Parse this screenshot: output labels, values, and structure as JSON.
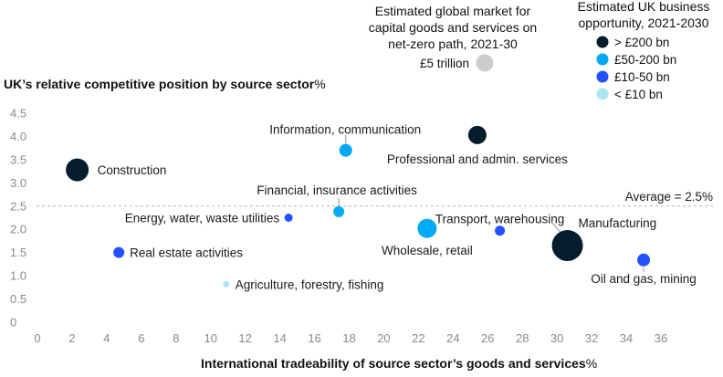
{
  "chart_data": {
    "type": "scatter",
    "xlabel": "International tradeability of source sector’s goods and services",
    "xlabel_unit": "%",
    "ylabel": "UK’s relative competitive position by source sector",
    "ylabel_unit": "%",
    "xlim": [
      0,
      36
    ],
    "ylim": [
      0,
      4.5
    ],
    "xticks": [
      0,
      2,
      4,
      6,
      8,
      10,
      12,
      14,
      16,
      18,
      20,
      22,
      24,
      26,
      28,
      30,
      32,
      34,
      36
    ],
    "yticks": [
      0,
      0.5,
      1.0,
      1.5,
      2.0,
      2.5,
      3.0,
      3.5,
      4.0,
      4.5
    ],
    "ytick_labels": [
      "0",
      "0.5",
      "1.0",
      "1.5",
      "2.0",
      "2.5",
      "3.0",
      "3.5",
      "4.0",
      "4.5"
    ],
    "grid": false,
    "average": {
      "value": 2.5,
      "label": "Average = 2.5%"
    },
    "points": [
      {
        "name": "Construction",
        "x": 2.3,
        "y": 3.28,
        "category": "> £200 bn"
      },
      {
        "name": "Real estate activities",
        "x": 4.7,
        "y": 1.5,
        "category": "£10-50 bn"
      },
      {
        "name": "Agriculture, forestry, fishing",
        "x": 10.9,
        "y": 0.82,
        "category": "< £10 bn"
      },
      {
        "name": "Energy, water, waste utilities",
        "x": 14.5,
        "y": 2.25,
        "category": "£10-50 bn"
      },
      {
        "name": "Financial, insurance activities",
        "x": 17.4,
        "y": 2.38,
        "category": "£50-200 bn"
      },
      {
        "name": "Information, communication",
        "x": 17.8,
        "y": 3.7,
        "category": "£50-200 bn"
      },
      {
        "name": "Wholesale, retail",
        "x": 22.5,
        "y": 2.02,
        "category": "£50-200 bn"
      },
      {
        "name": "Professional and admin. services",
        "x": 25.4,
        "y": 4.03,
        "category": "> £200 bn"
      },
      {
        "name": "Transport, warehousing",
        "x": 26.7,
        "y": 1.97,
        "category": "£10-50 bn"
      },
      {
        "name": "Manufacturing",
        "x": 30.6,
        "y": 1.65,
        "category": "> £200 bn"
      },
      {
        "name": "Oil and gas, mining",
        "x": 35.0,
        "y": 1.34,
        "category": "£10-50 bn"
      }
    ],
    "size_legend": {
      "title_lines": [
        "Estimated global market for",
        "capital goods and services on",
        "net-zero path, 2021-30"
      ],
      "reference_label": "£5 trillion",
      "reference_color": "#cccccc"
    },
    "color_legend": {
      "title_lines": [
        "Estimated UK business",
        "opportunity, 2021-2030"
      ],
      "entries": [
        {
          "label": "> £200 bn",
          "color": "#051c2c"
        },
        {
          "label": "£50-200 bn",
          "color": "#00a9f4"
        },
        {
          "label": "£10-50 bn",
          "color": "#2251ff"
        },
        {
          "label": "< £10 bn",
          "color": "#aae6f0"
        }
      ]
    }
  }
}
